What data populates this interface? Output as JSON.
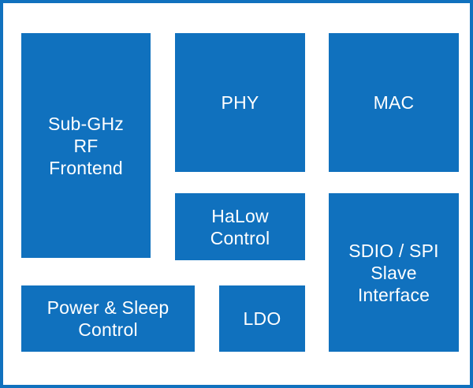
{
  "diagram": {
    "accent_color": "#1071be",
    "blocks": {
      "subghz_rf_frontend": "Sub-GHz\nRF\nFrontend",
      "phy": "PHY",
      "mac": "MAC",
      "halow_control": "HaLow\nControl",
      "sdio_spi_slave_interface": "SDIO / SPI\nSlave\nInterface",
      "power_sleep_control": "Power & Sleep\nControl",
      "ldo": "LDO"
    }
  }
}
